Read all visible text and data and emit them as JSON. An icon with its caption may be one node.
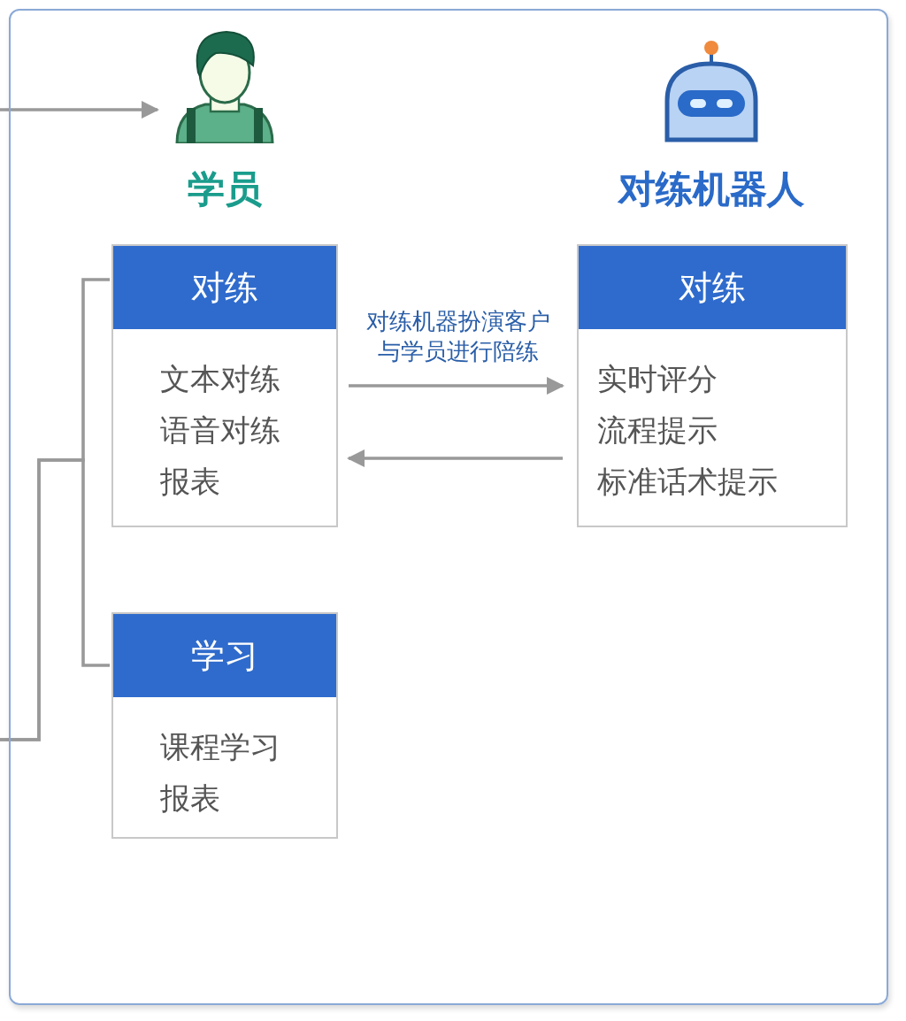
{
  "diagram": {
    "nodes": [
      {
        "text": [],
        "shape": "box"
      },
      {
        "text": [],
        "shape": "person",
        "beside": [
          "学员"
        ],
        "in": 0
      },
      {
        "text": [],
        "shape": "picture",
        "beside": [
          "对练机器人"
        ],
        "in": 0
      },
      {
        "text": [
          "对练",
          "文本对练",
          "语音对练",
          "报表"
        ],
        "in": 0
      },
      {
        "text": [
          "对练",
          "实时评分",
          "流程提示",
          "标准话术提示"
        ],
        "in": 0
      },
      {
        "text": [
          "学习",
          "课程学习",
          "报表"
        ],
        "in": 0
      }
    ],
    "edges": [
      {
        "from": 3,
        "to": 4,
        "arrow": "to",
        "label": "对练机器扮演客户与学员进行陪练"
      },
      {
        "from": 4,
        "to": 3,
        "arrow": "to"
      },
      {
        "from": null,
        "to": 1,
        "arrow": "to"
      },
      {
        "from": null,
        "to": 3,
        "arrow": "none"
      },
      {
        "from": null,
        "to": 5,
        "arrow": "none"
      }
    ]
  }
}
